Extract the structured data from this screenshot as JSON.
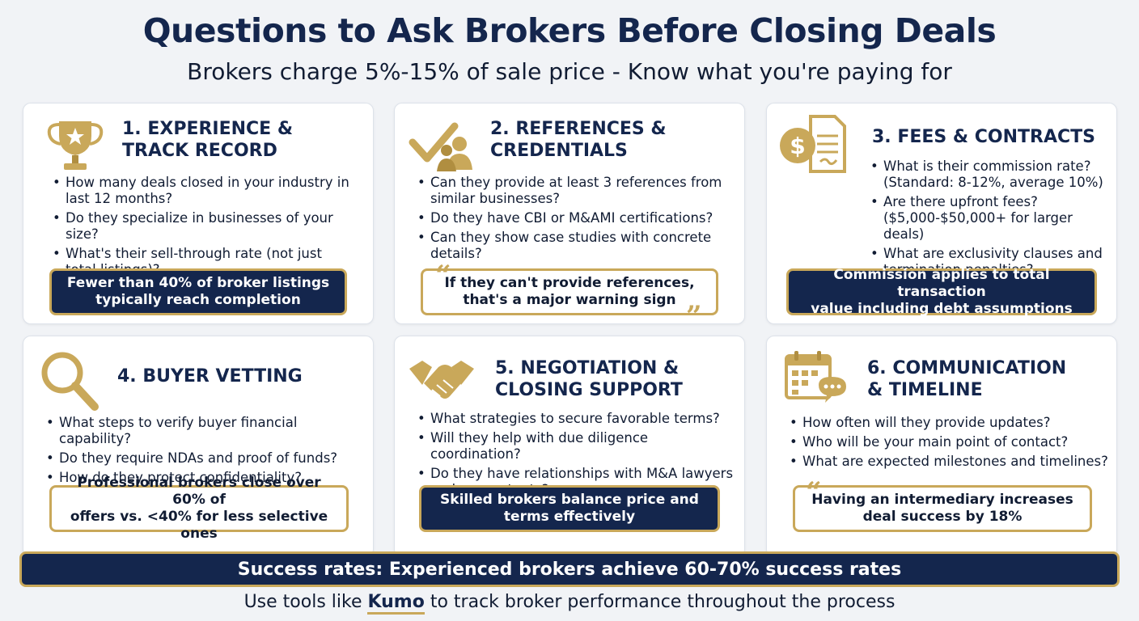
{
  "header": {
    "title": "Questions to Ask Brokers Before Closing Deals",
    "subtitle": "Brokers charge 5%-15% of sale price - Know what you're paying for"
  },
  "cards": [
    {
      "title": "1. EXPERIENCE &\nTRACK RECORD",
      "icon": "trophy-icon",
      "bullets": [
        "How many deals closed in your industry in\nlast 12 months?",
        "Do they specialize in businesses of your size?",
        "What's their sell-through rate (not just\ntotal listings)?"
      ],
      "callout": "Fewer than 40% of broker listings\ntypically reach completion",
      "callout_style": "dark"
    },
    {
      "title": "2. REFERENCES &\nCREDENTIALS",
      "icon": "check-people-icon",
      "bullets": [
        "Can they provide at least 3 references from\nsimilar businesses?",
        "Do they have CBI or M&AMI certifications?",
        "Can they show case studies with concrete\ndetails?"
      ],
      "callout": "If they can't provide references,\nthat's a major warning sign",
      "callout_style": "light"
    },
    {
      "title": "3. FEES & CONTRACTS",
      "icon": "dollar-document-icon",
      "bullets": [
        "What is their commission rate?\n(Standard: 8-12%, average 10%)",
        "Are there upfront fees?\n($5,000-$50,000+ for larger deals)",
        "What are exclusivity clauses and\ntermination penalties?"
      ],
      "callout": "Commission applies to total transaction\nvalue including debt assumptions",
      "callout_style": "dark"
    },
    {
      "title": "4. BUYER VETTING",
      "icon": "magnifier-icon",
      "bullets": [
        "What steps to verify buyer financial capability?",
        "Do they require NDAs and proof of funds?",
        "How do they protect confidentiality?"
      ],
      "callout": "Professional brokers close over 60% of\noffers vs. <40% for less selective ones",
      "callout_style": "light"
    },
    {
      "title": "5. NEGOTIATION &\nCLOSING SUPPORT",
      "icon": "handshake-icon",
      "bullets": [
        "What strategies to secure favorable terms?",
        "Will they help with due diligence coordination?",
        "Do they have relationships with M&A lawyers\nand accountants?"
      ],
      "callout": "Skilled brokers balance price and\nterms effectively",
      "callout_style": "dark"
    },
    {
      "title": "6. COMMUNICATION\n& TIMELINE",
      "icon": "calendar-chat-icon",
      "bullets": [
        "How often will they provide updates?",
        "Who will be your main point of contact?",
        "What are expected milestones and timelines?"
      ],
      "callout": "Having an intermediary increases\ndeal success by 18%",
      "callout_style": "light"
    }
  ],
  "footer": {
    "banner": "Success rates: Experienced brokers achieve 60-70% success rates",
    "note_before": "Use tools like ",
    "note_link": "Kumo",
    "note_after": " to track broker performance throughout the process"
  },
  "colors": {
    "navy": "#14264d",
    "gold": "#c9a85a",
    "background": "#f1f3f6"
  }
}
